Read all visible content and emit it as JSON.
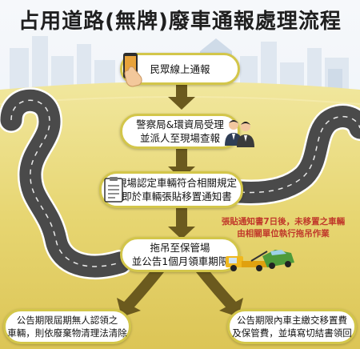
{
  "title": "占用道路(無牌)廢車通報處理流程",
  "steps": [
    {
      "lines": [
        "民眾線上通報"
      ]
    },
    {
      "lines": [
        "警察局&環資局受理",
        "並派人至現場查報"
      ]
    },
    {
      "lines": [
        "現場認定車輛符合相關規定",
        "即於車輛張貼移置通知書"
      ]
    },
    {
      "lines": [
        "拖吊至保管場",
        "並公告1個月領車期限"
      ]
    }
  ],
  "note": {
    "lines": [
      "張貼通知書7日後，未移置之車輛",
      "由相關單位執行拖吊作業"
    ]
  },
  "outcomes": [
    {
      "lines": [
        "公告期限屆期無人認領之",
        "車輛，則依廢棄物清理法清除"
      ]
    },
    {
      "lines": [
        "公告期限內車主繳交移置費",
        "及保管費，並填寫切結書領回"
      ]
    }
  ],
  "colors": {
    "sky": "#eef3f9",
    "field": "#e8d97a",
    "road": "#4a4a4a",
    "road_edge": "#ffffff",
    "box_border": "#d3c64a",
    "arrow": "#6b5a1e",
    "note": "#c0392b"
  },
  "icons": {
    "phone": "phone-tap-icon",
    "officers": "officers-icon",
    "notice": "notice-document-icon",
    "tow": "tow-truck-icon"
  }
}
